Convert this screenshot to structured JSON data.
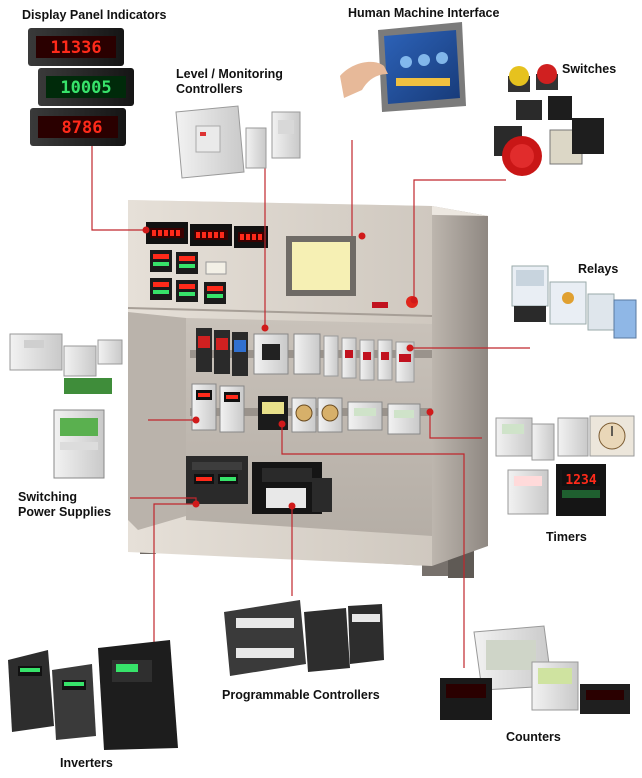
{
  "labels": {
    "display": "Display Panel Indicators",
    "hmi": "Human Machine Interface",
    "level_line1": "Level / Monitoring",
    "level_line2": "Controllers",
    "switches": "Switches",
    "relays": "Relays",
    "power_line1": "Switching",
    "power_line2": "Power Supplies",
    "timers": "Timers",
    "plc": "Programmable Controllers",
    "counters": "Counters",
    "inverters": "Inverters"
  },
  "readouts": {
    "indicator_1": "11336",
    "indicator_2": "10005",
    "indicator_3": "8786",
    "timer_display": "1234"
  },
  "colors": {
    "leader_line": "#c0272d",
    "cabinet": "#d9d2c9",
    "cabinet_dark": "#a7a09a",
    "led_red": "#ff2a1a",
    "led_green": "#37e36a"
  }
}
